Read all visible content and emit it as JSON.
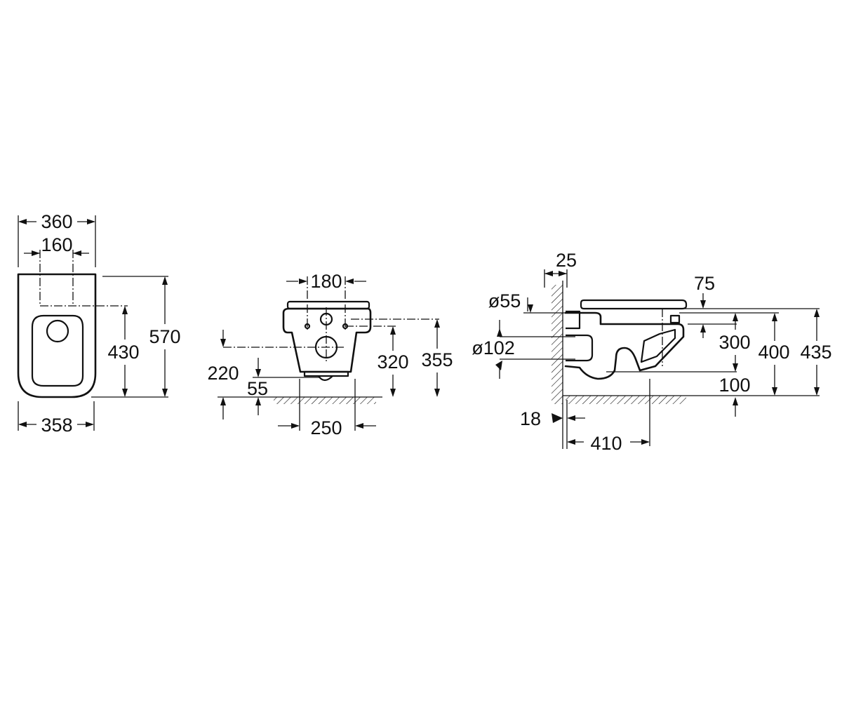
{
  "drawing": {
    "top_view": {
      "overall_width": "360",
      "fixing_centres": "160",
      "fixing_depth": "430",
      "overall_depth": "570",
      "base_width": "358"
    },
    "front_view": {
      "fixing_centres": "180",
      "waste_height": "220",
      "bottom_height": "55",
      "fixing_height": "320",
      "top_height": "355",
      "base_width": "250"
    },
    "side_view": {
      "wall_offset": "25",
      "inlet_diameter": "ø55",
      "outlet_diameter": "ø102",
      "seat_offset": "75",
      "fixing_height": "300",
      "bowl_height": "400",
      "overall_height": "435",
      "waste_clearance": "100",
      "wall_thickness": "18",
      "projection": "410"
    }
  }
}
